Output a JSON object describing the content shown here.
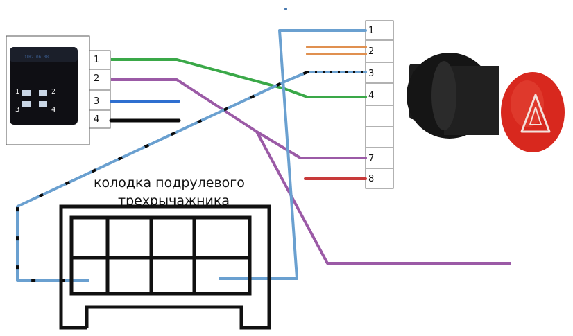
{
  "relay": {
    "marking": "DTR2 06.08",
    "pins": [
      "1",
      "2",
      "3",
      "4"
    ]
  },
  "left_connector": {
    "pins": [
      "1",
      "2",
      "3",
      "4"
    ]
  },
  "right_connector": {
    "pins": [
      "1",
      "2",
      "3",
      "4",
      "7",
      "8"
    ]
  },
  "caption": {
    "line1": "колодка подрулевого",
    "line2": "трехрычажника"
  },
  "colors": {
    "green": "#3aa848",
    "purple": "#9b5aa6",
    "blue": "#2f6fd0",
    "black": "#0a0a0a",
    "light_blue": "#6aa0d0",
    "orange": "#e09050",
    "red": "#c83a3a",
    "button_red": "#d8281e"
  },
  "icons": [
    "hazard-triangle-icon"
  ]
}
